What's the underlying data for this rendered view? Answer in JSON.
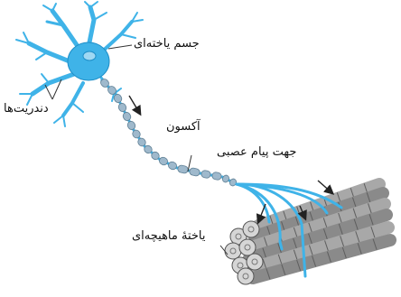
{
  "labels": {
    "cell_body": "جسم یاخته‌ای",
    "dendrites": "دندریت‌ها",
    "axon": "آکسون",
    "impulse_direction": "جهت پیام عصبی",
    "muscle_cell": "یاختهٔ ماهیچه‌ای"
  },
  "colors": {
    "neuron": "#3fb3e8",
    "neuron_dark": "#1f8fc8",
    "nucleus": "#9fd8f3",
    "axon_segment": "#9fb9cc",
    "muscle": "#9a9a9a",
    "muscle_dark": "#6f6f6f",
    "arrow": "#222222"
  }
}
